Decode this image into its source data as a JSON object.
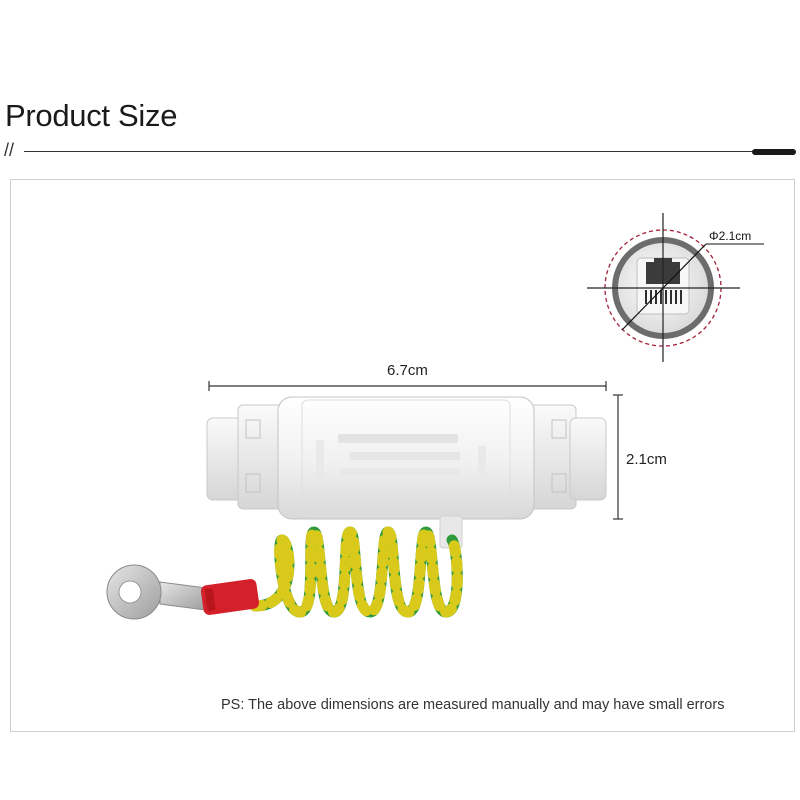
{
  "header": {
    "title": "Product Size",
    "divider_marks": "//"
  },
  "dimensions": {
    "length": "6.7cm",
    "height": "2.1cm",
    "port_diameter": "Φ2.1cm"
  },
  "note": "PS: The above dimensions are measured manually and may have small errors",
  "colors": {
    "body": "#f2f2f2",
    "wire_yellow": "#d9c91a",
    "wire_green": "#2f9a3c",
    "crimp_red": "#d4202a",
    "port_circle": "#a3203a"
  },
  "icons": {
    "product": "poe-surge-protector",
    "port": "rj45-port-icon",
    "ground": "ring-terminal-icon"
  }
}
